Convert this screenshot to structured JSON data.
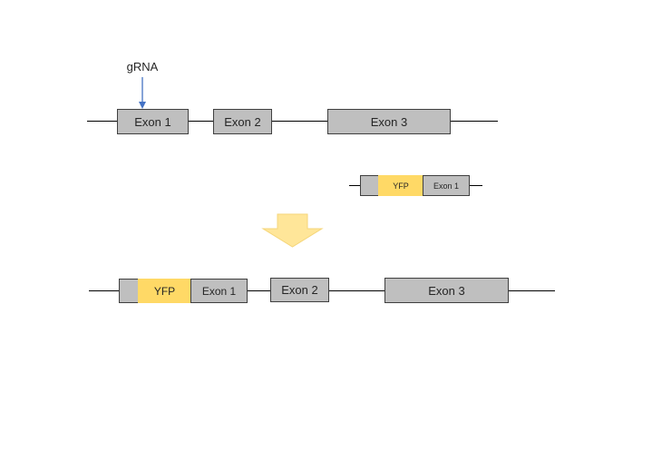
{
  "diagram": {
    "grna": {
      "label": "gRNA",
      "arrow_color": "#4472C4"
    },
    "genomic_locus": {
      "exons": [
        {
          "label": "Exon 1"
        },
        {
          "label": "Exon 2"
        },
        {
          "label": "Exon 3"
        }
      ]
    },
    "donor_construct": {
      "segments": [
        {
          "label": ""
        },
        {
          "label": "YFP"
        },
        {
          "label": "Exon 1"
        }
      ]
    },
    "result_locus": {
      "segments": [
        {
          "label": ""
        },
        {
          "label": "YFP"
        },
        {
          "label": "Exon 1"
        },
        {
          "label": "Exon 2"
        },
        {
          "label": "Exon 3"
        }
      ]
    },
    "colors": {
      "exon_fill": "#BFBFBF",
      "exon_stroke": "#404040",
      "yfp_fill": "#FFD966",
      "big_arrow_fill": "#FFE699",
      "big_arrow_stroke": "#F5D67A",
      "line": "#000000"
    }
  }
}
